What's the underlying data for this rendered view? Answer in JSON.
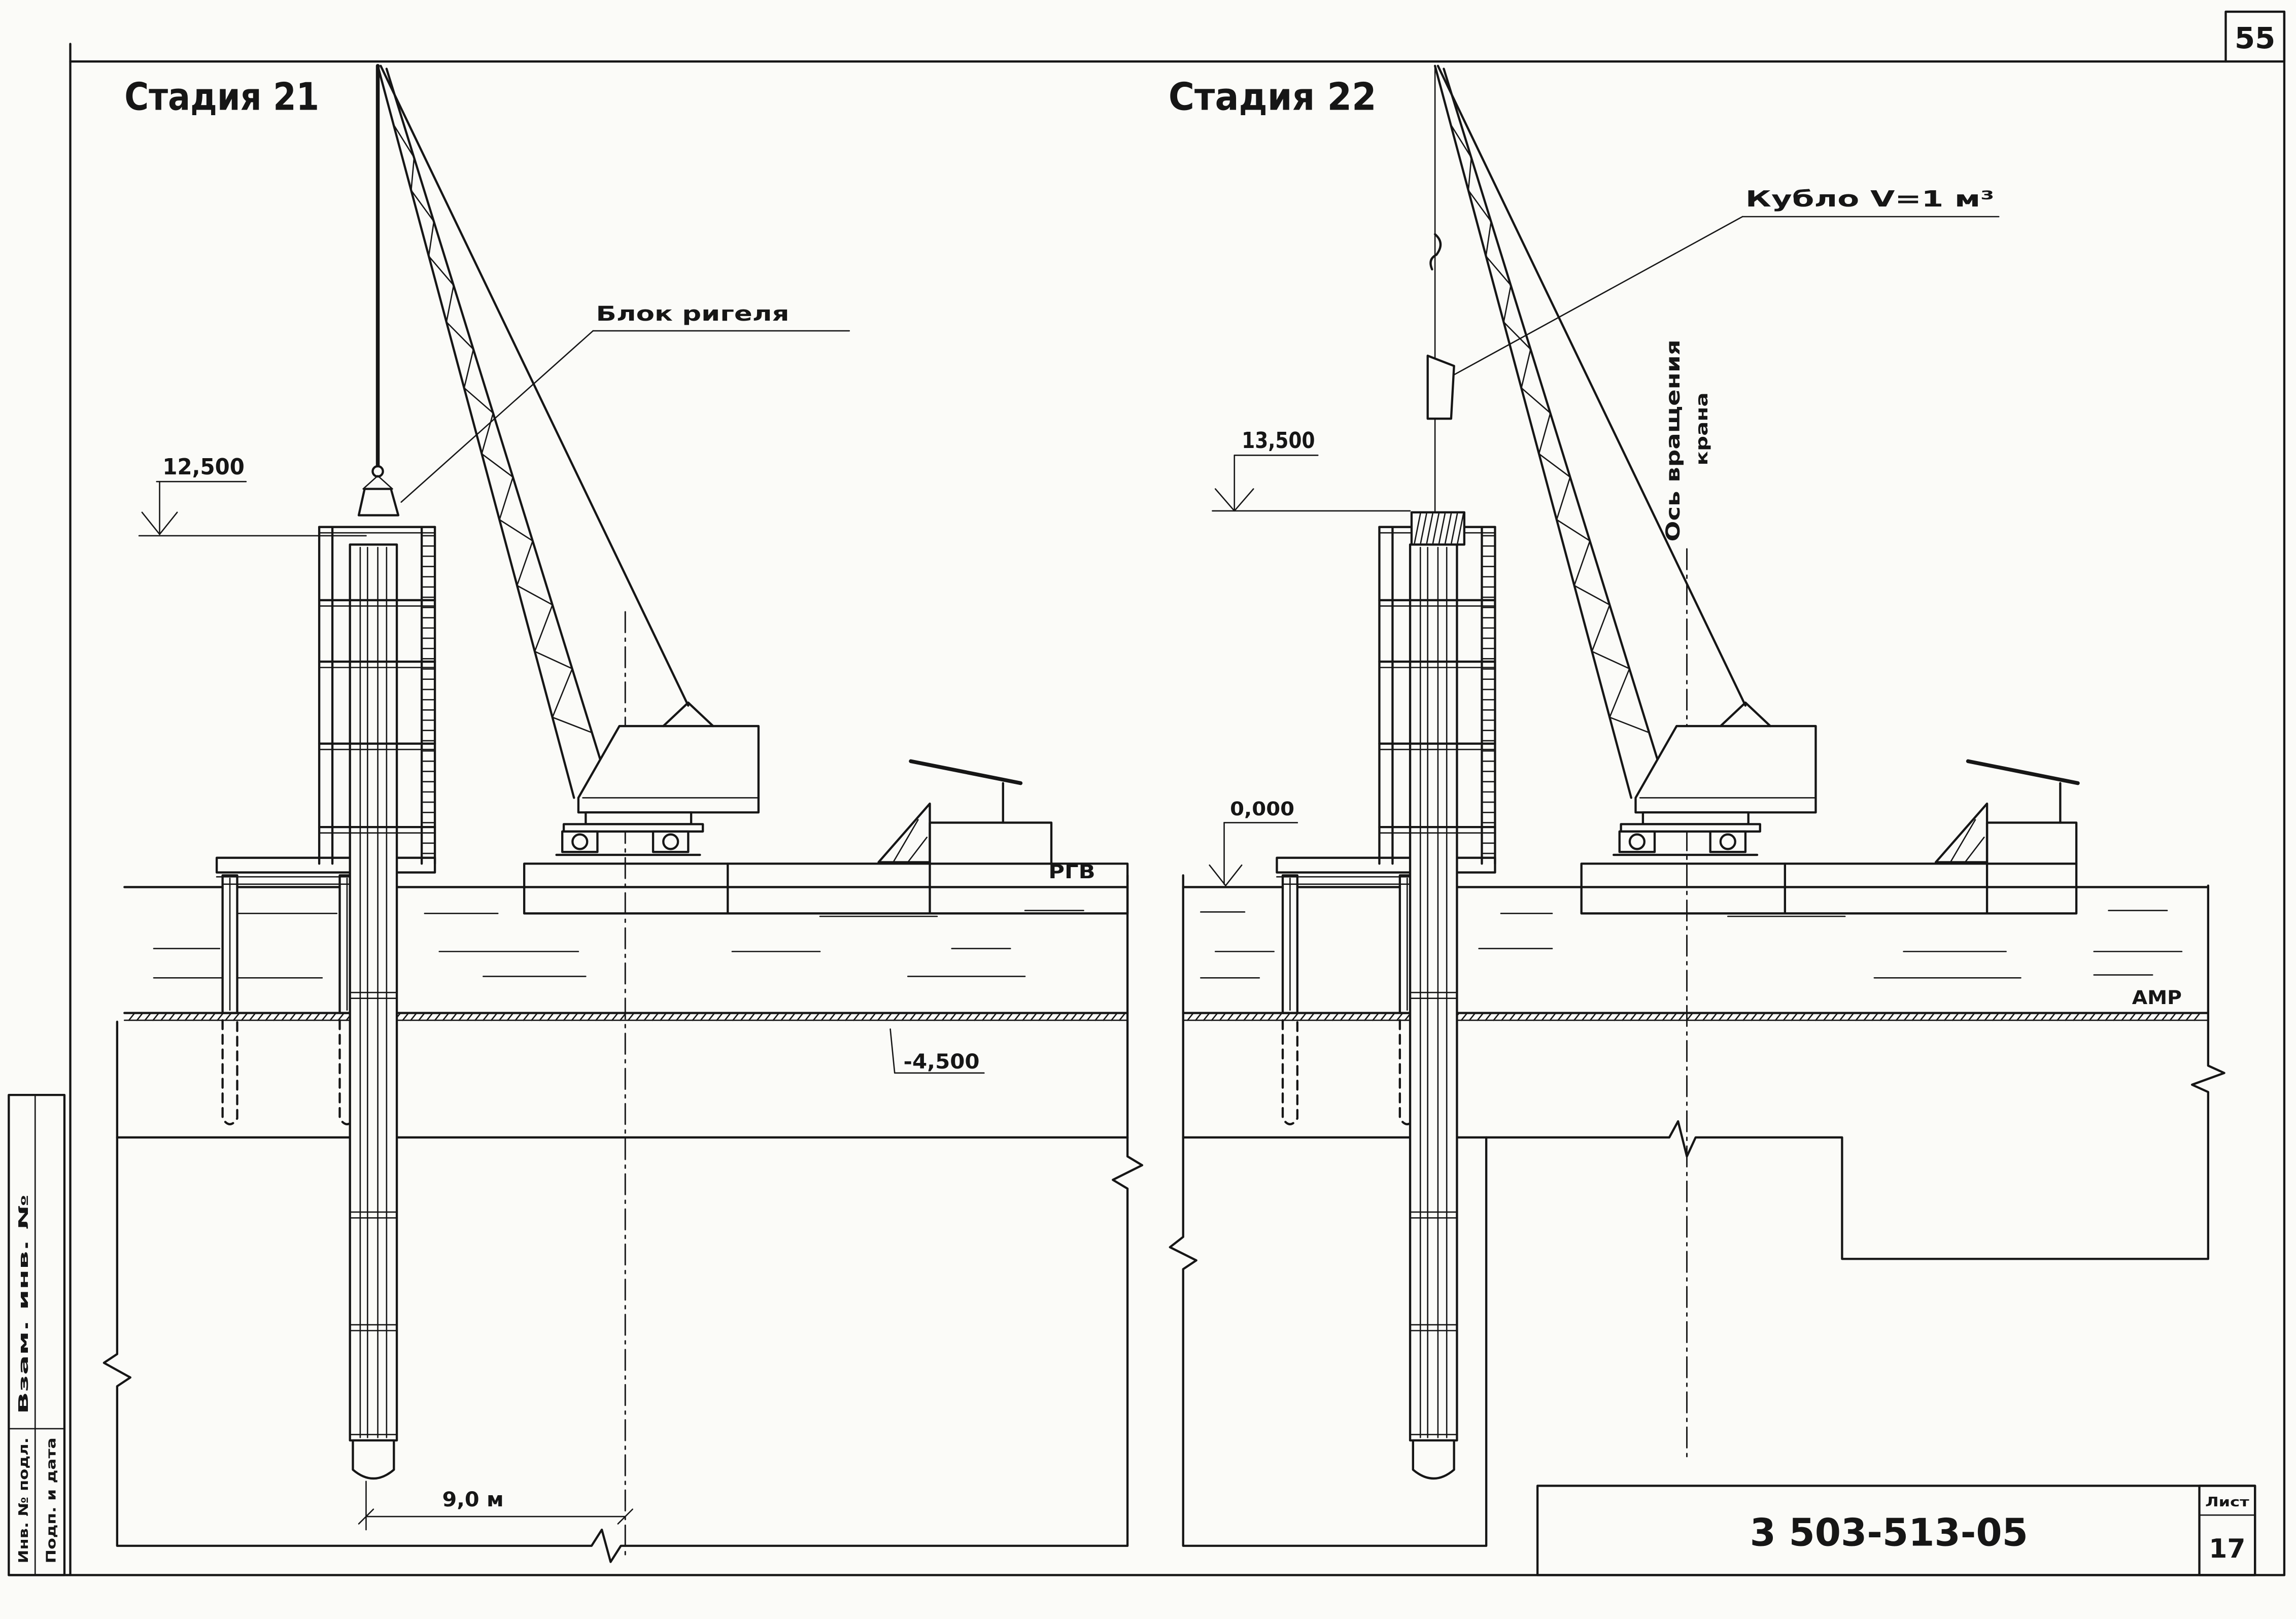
{
  "sheet": {
    "page_number": "55",
    "drawing_code": "3 503-513-05",
    "sheet_label": "Лист",
    "sheet_number": "17"
  },
  "margin_stamp": {
    "replaced_inventory": "Взам. инв. №",
    "signature_date": "Подп. и дата",
    "original_inventory": "Инв. № подл."
  },
  "stage_21": {
    "title": "Стадия 21",
    "callout_beam_block": "Блок ригеля",
    "elevation_top": "12,500",
    "water_level_label": "РГВ",
    "bed_elevation": "-4,500",
    "crane_reach": "9,0 м"
  },
  "stage_22": {
    "title": "Стадия 22",
    "callout_bucket": "Кубло V=1 м³",
    "elevation_top": "13,500",
    "elevation_zero": "0,000",
    "rotation_axis_line1": "Ось вращения",
    "rotation_axis_line2": "крана",
    "low_water_label": "АМР"
  }
}
